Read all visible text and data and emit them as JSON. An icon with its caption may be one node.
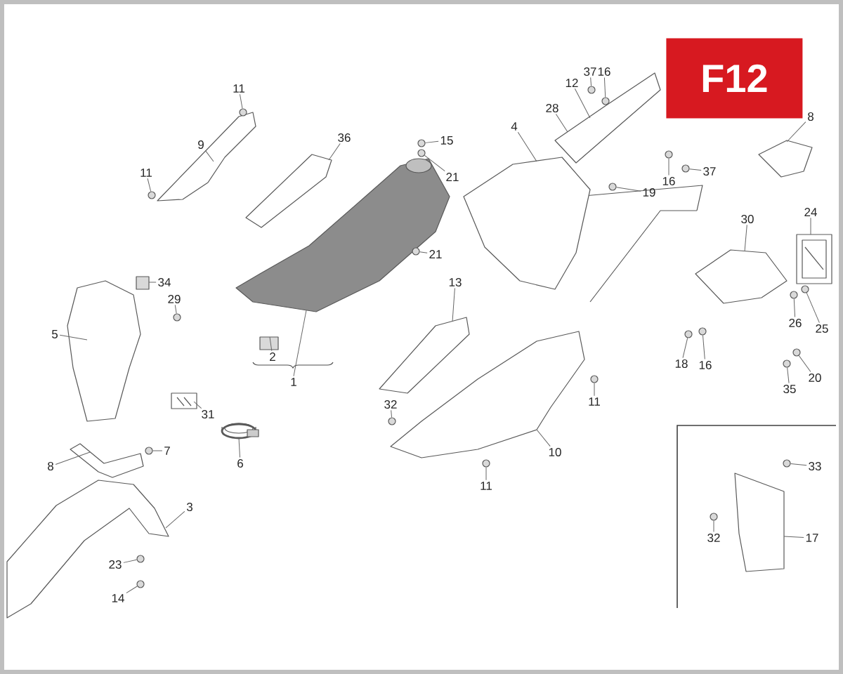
{
  "diagram": {
    "nodes": [
      {
        "text": [
          "11"
        ]
      },
      {
        "text": [
          "37"
        ]
      },
      {
        "text": [
          "16"
        ]
      },
      {
        "text": [
          "12"
        ]
      },
      {
        "text": [
          "28"
        ]
      },
      {
        "text": [
          "8"
        ]
      },
      {
        "text": [
          "36"
        ]
      },
      {
        "text": [
          "15"
        ]
      },
      {
        "text": [
          "4"
        ]
      },
      {
        "text": [
          "9"
        ]
      },
      {
        "text": [
          "11"
        ]
      },
      {
        "text": [
          "21"
        ]
      },
      {
        "text": [
          "37"
        ]
      },
      {
        "text": [
          "16"
        ]
      },
      {
        "text": [
          "19"
        ]
      },
      {
        "text": [
          "30"
        ]
      },
      {
        "text": [
          "24"
        ]
      },
      {
        "text": [
          "21"
        ]
      },
      {
        "text": [
          "34"
        ]
      },
      {
        "text": [
          "13"
        ]
      },
      {
        "text": [
          "29"
        ]
      },
      {
        "text": [
          "26"
        ]
      },
      {
        "text": [
          "25"
        ]
      },
      {
        "text": [
          "5"
        ]
      },
      {
        "text": [
          "2"
        ]
      },
      {
        "text": [
          "18"
        ]
      },
      {
        "text": [
          "16"
        ]
      },
      {
        "text": [
          "1"
        ]
      },
      {
        "text": [
          "20"
        ]
      },
      {
        "text": [
          "35"
        ]
      },
      {
        "text": [
          "11"
        ]
      },
      {
        "text": [
          "32"
        ]
      },
      {
        "text": [
          "31"
        ]
      },
      {
        "text": [
          "7"
        ]
      },
      {
        "text": [
          "10"
        ]
      },
      {
        "text": [
          "6"
        ]
      },
      {
        "text": [
          "8"
        ]
      },
      {
        "text": [
          "33"
        ]
      },
      {
        "text": [
          "11"
        ]
      },
      {
        "text": [
          "3"
        ]
      },
      {
        "text": [
          "32"
        ]
      },
      {
        "text": [
          "17"
        ]
      },
      {
        "text": [
          "23"
        ]
      },
      {
        "text": [
          "14"
        ]
      },
      {
        "text": [],
        "shape": "picture"
      },
      {
        "text": [],
        "shape": "picture"
      },
      {
        "text": [],
        "shape": "picture"
      },
      {
        "text": [],
        "shape": "picture"
      },
      {
        "text": [],
        "shape": "picture"
      },
      {
        "text": [],
        "shape": "picture"
      },
      {
        "text": [],
        "shape": "picture"
      },
      {
        "text": [],
        "shape": "picture"
      },
      {
        "text": [],
        "shape": "picture"
      },
      {
        "text": [],
        "shape": "picture"
      },
      {
        "text": [],
        "shape": "picture"
      },
      {
        "text": [],
        "shape": "picture"
      },
      {
        "text": [],
        "shape": "picture"
      },
      {
        "text": [],
        "shape": "picture"
      },
      {
        "text": [],
        "shape": "picture"
      },
      {
        "text": [],
        "shape": "picture"
      },
      {
        "text": [],
        "shape": "picture"
      },
      {
        "text": [],
        "shape": "picture"
      },
      {
        "text": [],
        "shape": "circle"
      },
      {
        "text": [],
        "shape": "circle"
      },
      {
        "text": [],
        "shape": "circle"
      },
      {
        "text": [],
        "shape": "circle"
      },
      {
        "text": [],
        "shape": "circle"
      },
      {
        "text": [],
        "shape": "circle"
      },
      {
        "text": [],
        "shape": "circle"
      },
      {
        "text": [],
        "shape": "circle"
      },
      {
        "text": [],
        "shape": "circle"
      },
      {
        "text": [],
        "shape": "circle"
      },
      {
        "text": [],
        "shape": "circle"
      },
      {
        "text": [],
        "shape": "circle"
      },
      {
        "text": [],
        "shape": "circle"
      },
      {
        "text": [],
        "shape": "circle"
      },
      {
        "text": [],
        "shape": "circle"
      },
      {
        "text": [],
        "shape": "circle"
      },
      {
        "text": [],
        "shape": "circle"
      },
      {
        "text": [],
        "shape": "circle"
      },
      {
        "text": [],
        "shape": "circle"
      },
      {
        "text": [],
        "shape": "circle"
      },
      {
        "text": [],
        "shape": "circle"
      },
      {
        "text": [],
        "shape": "circle"
      },
      {
        "text": [],
        "shape": "circle"
      },
      {
        "text": [],
        "shape": "circle"
      },
      {
        "text": [],
        "shape": "circle"
      }
    ],
    "edges": [
      {
        "from": 0,
        "to": 62,
        "arrow": "none"
      },
      {
        "from": 1,
        "to": 63,
        "arrow": "none"
      },
      {
        "from": 2,
        "to": 64,
        "arrow": "none"
      },
      {
        "from": 3,
        "to": 53,
        "arrow": "none"
      },
      {
        "from": 4,
        "to": 53,
        "arrow": "none"
      },
      {
        "from": 5,
        "to": 56,
        "arrow": "none"
      },
      {
        "from": 6,
        "to": 46,
        "arrow": "none"
      },
      {
        "from": 7,
        "to": 65,
        "arrow": "none"
      },
      {
        "from": 8,
        "to": 52,
        "arrow": "none"
      },
      {
        "from": 9,
        "to": 45,
        "arrow": "none"
      },
      {
        "from": 10,
        "to": 66,
        "arrow": "none"
      },
      {
        "from": 11,
        "to": 67,
        "arrow": "none"
      },
      {
        "from": 12,
        "to": 68,
        "arrow": "none"
      },
      {
        "from": 13,
        "to": 69,
        "arrow": "none"
      },
      {
        "from": 14,
        "to": 70,
        "arrow": "none"
      },
      {
        "from": 15,
        "to": 54,
        "arrow": "none"
      },
      {
        "from": 16,
        "to": 55,
        "arrow": "none"
      },
      {
        "from": 17,
        "to": 71,
        "arrow": "none"
      },
      {
        "from": 18,
        "to": 60,
        "arrow": "none"
      },
      {
        "from": 19,
        "to": 51,
        "arrow": "none"
      },
      {
        "from": 20,
        "to": 72,
        "arrow": "none"
      },
      {
        "from": 21,
        "to": 73,
        "arrow": "none"
      },
      {
        "from": 22,
        "to": 74,
        "arrow": "none"
      },
      {
        "from": 23,
        "to": 47,
        "arrow": "none"
      },
      {
        "from": 24,
        "to": 58,
        "arrow": "none"
      },
      {
        "from": 25,
        "to": 75,
        "arrow": "none"
      },
      {
        "from": 26,
        "to": 76,
        "arrow": "none"
      },
      {
        "from": 27,
        "to": 44,
        "arrow": "none"
      },
      {
        "from": 28,
        "to": 77,
        "arrow": "none"
      },
      {
        "from": 29,
        "to": 78,
        "arrow": "none"
      },
      {
        "from": 30,
        "to": 79,
        "arrow": "none"
      },
      {
        "from": 31,
        "to": 80,
        "arrow": "none"
      },
      {
        "from": 32,
        "to": 59,
        "arrow": "none"
      },
      {
        "from": 33,
        "to": 81,
        "arrow": "none"
      },
      {
        "from": 34,
        "to": 50,
        "arrow": "none"
      },
      {
        "from": 35,
        "to": 57,
        "arrow": "none"
      },
      {
        "from": 36,
        "to": 49,
        "arrow": "none"
      },
      {
        "from": 37,
        "to": 82,
        "arrow": "none"
      },
      {
        "from": 38,
        "to": 83,
        "arrow": "none"
      },
      {
        "from": 39,
        "to": 48,
        "arrow": "none"
      },
      {
        "from": 40,
        "to": 84,
        "arrow": "none"
      },
      {
        "from": 41,
        "to": 61,
        "arrow": "none"
      },
      {
        "from": 42,
        "to": 85,
        "arrow": "none"
      },
      {
        "from": 43,
        "to": 86,
        "arrow": "none"
      }
    ],
    "labels": [
      "F12"
    ]
  }
}
